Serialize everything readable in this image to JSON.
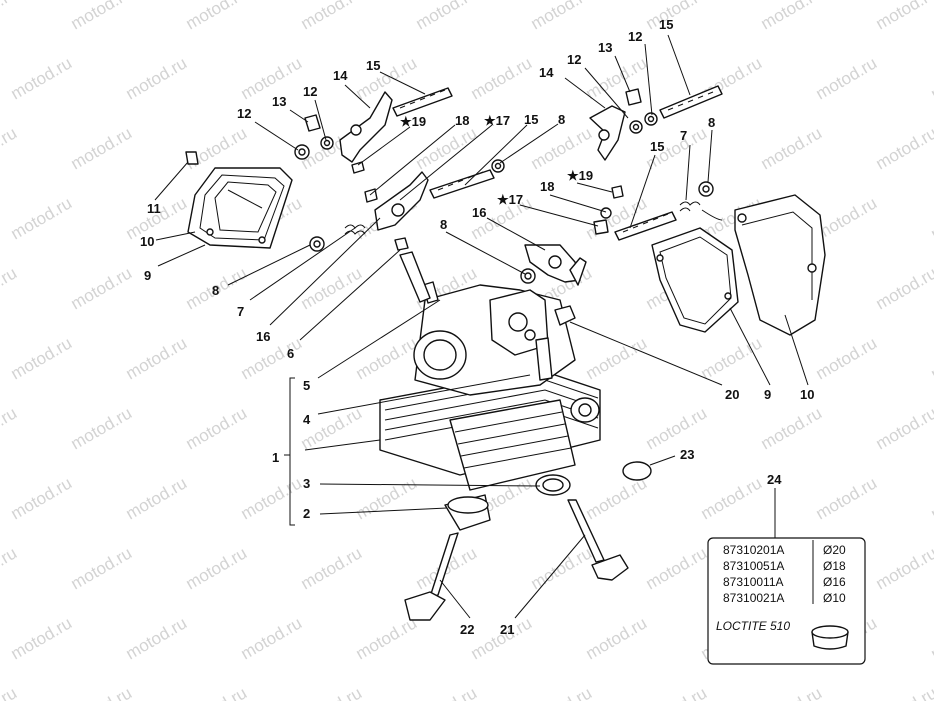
{
  "watermark": "motod.ru",
  "callouts": {
    "c1": "1",
    "c2": "2",
    "c3": "3",
    "c4": "4",
    "c5": "5",
    "c6": "6",
    "c7a": "7",
    "c7b": "7",
    "c8a": "8",
    "c8b": "8",
    "c8c": "8",
    "c8d": "8",
    "c9a": "9",
    "c9b": "9",
    "c10a": "10",
    "c10b": "10",
    "c11": "11",
    "c12a": "12",
    "c12b": "12",
    "c12c": "12",
    "c12d": "12",
    "c13a": "13",
    "c13b": "13",
    "c14a": "14",
    "c14b": "14",
    "c15a": "15",
    "c15b": "15",
    "c15c": "15",
    "c15d": "15",
    "c16a": "16",
    "c16b": "16",
    "c17a": "★17",
    "c17b": "★17",
    "c18a": "18",
    "c18b": "18",
    "c19a": "★19",
    "c19b": "★19",
    "c20": "20",
    "c21": "21",
    "c22": "22",
    "c23": "23",
    "c24": "24"
  },
  "shim_table": {
    "rows": [
      {
        "part": "87310201A",
        "size": "Ø20"
      },
      {
        "part": "87310051A",
        "size": "Ø18"
      },
      {
        "part": "87310011A",
        "size": "Ø16"
      },
      {
        "part": "87310021A",
        "size": "Ø10"
      }
    ],
    "note": "LOCTITE 510"
  }
}
